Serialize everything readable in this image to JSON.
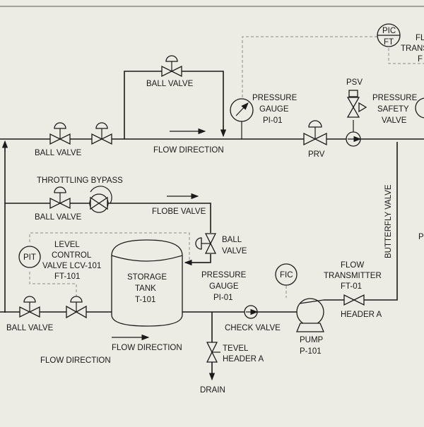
{
  "labels": {
    "ball_valve_top": "BALL VALVE",
    "ball_valve_main": "BALL VALVE",
    "flow_direction_main": "FLOW DIRECTION",
    "pressure_gauge_1": "PRESSURE",
    "pressure_gauge_2": "GAUGE",
    "pressure_gauge_3": "PI-01",
    "prv": "PRV",
    "psv": "PSV",
    "pressure_safety_1": "PRESSURE",
    "pressure_safety_2": "SAFETY",
    "pressure_safety_3": "VALVE",
    "pic": "PIC",
    "ft_pic": "FT",
    "fl_transmitter_1": "FL",
    "fl_transmitter_2": "TRANS",
    "fl_transmitter_3": "F",
    "throttling_bypass": "THROTTLING BYPASS",
    "ball_valve_bypass": "BALL VALVE",
    "flobe_valve": "FLOBE VALVE",
    "ball_valve_right_1": "BALL",
    "ball_valve_right_2": "VALVE",
    "pit": "PIT",
    "level_control_1": "LEVEL",
    "level_control_2": "CONTROL",
    "level_control_3": "VALVE LCV-101",
    "level_control_4": "FT-101",
    "storage_tank_1": "STORAGE",
    "storage_tank_2": "TANK",
    "storage_tank_3": "T-101",
    "pressure_gauge_low_1": "PRESSURE",
    "pressure_gauge_low_2": "GAUGE",
    "pressure_gauge_low_3": "PI-01",
    "fic": "FIC",
    "flow_transmitter_1": "FLOW",
    "flow_transmitter_2": "TRANSMITTER",
    "flow_transmitter_3": "FT-01",
    "butterfly_valve": "BUTTERFLY VALVE",
    "ball_valve_bottom": "BALL VALVE",
    "check_valve": "CHECK VALVE",
    "header_a": "HEADER A",
    "flow_direction_bottom": "FLOW DIRECTION",
    "flow_direction_left": "FLOW DIRECTION",
    "pump_1": "PUMP",
    "pump_2": "P-101",
    "tevel_1": "TEVEL",
    "tevel_2": "HEADER A",
    "drain": "DRAIN",
    "edge_p": "P"
  }
}
